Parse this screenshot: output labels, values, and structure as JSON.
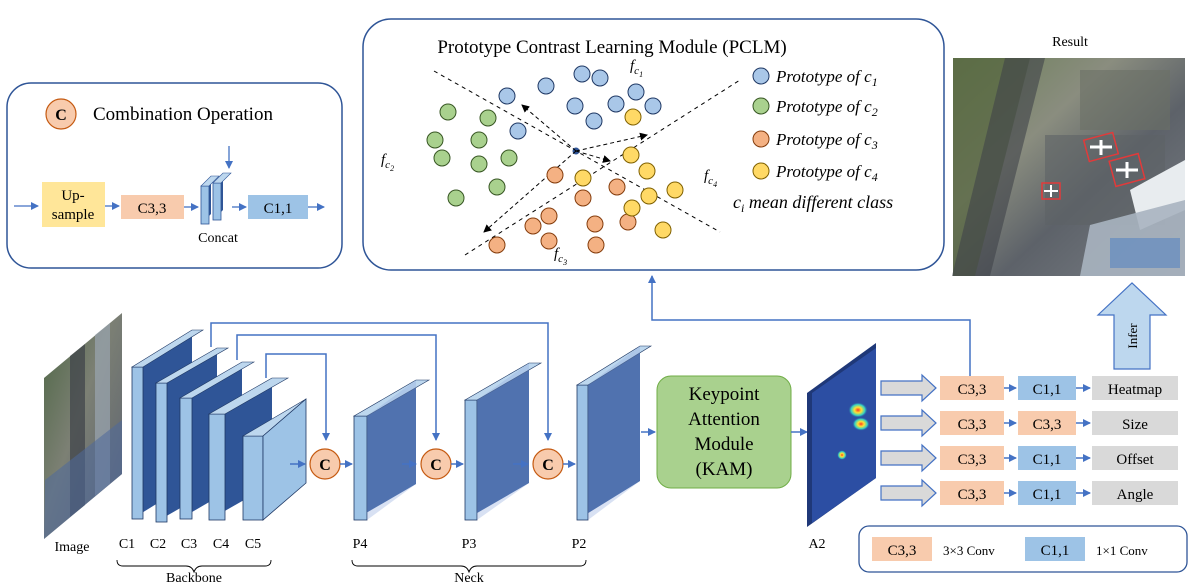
{
  "combination": {
    "circle_letter": "C",
    "title": "Combination Operation",
    "upsample_line1": "Up-",
    "upsample_line2": "sample",
    "conv33": "C3,3",
    "concat": "Concat",
    "conv11": "C1,1"
  },
  "pclm": {
    "title": "Prototype Contrast Learning Module (PCLM)",
    "f1_base": "f",
    "f1_sub": "c",
    "f1_subsub": "1",
    "f2_base": "f",
    "f2_sub": "c",
    "f2_subsub": "2",
    "f3_base": "f",
    "f3_sub": "c",
    "f3_subsub": "3",
    "f4_base": "f",
    "f4_sub": "c",
    "f4_subsub": "4",
    "legend": [
      {
        "text": "Prototype of c",
        "sub": "1",
        "color": "#a9c7e8"
      },
      {
        "text": "Prototype of c",
        "sub": "2",
        "color": "#a9d18e"
      },
      {
        "text": "Prototype of c",
        "sub": "3",
        "color": "#f4b183"
      },
      {
        "text": "Prototype of c",
        "sub": "4",
        "color": "#ffd966"
      }
    ],
    "class_note_base": "c",
    "class_note_sub": "i",
    "class_note_rest": " mean different class"
  },
  "result": {
    "label": "Result",
    "infer": "Infer"
  },
  "network": {
    "image_label": "Image",
    "backbone_stages": [
      "C1",
      "C2",
      "C3",
      "C4",
      "C5"
    ],
    "backbone_label": "Backbone",
    "neck_stages": [
      "P4",
      "P3",
      "P2"
    ],
    "neck_label": "Neck",
    "combine_letter": "C",
    "kam_lines": [
      "Keypoint",
      "Attention",
      "Module",
      "(KAM)"
    ],
    "a2_label": "A2"
  },
  "heads": [
    {
      "conv1": "C3,3",
      "conv2": "C1,1",
      "name": "Heatmap"
    },
    {
      "conv1": "C3,3",
      "conv2": "C3,3",
      "name": "Size"
    },
    {
      "conv1": "C3,3",
      "conv2": "C1,1",
      "name": "Offset"
    },
    {
      "conv1": "C3,3",
      "conv2": "C1,1",
      "name": "Angle"
    }
  ],
  "conv_legend": {
    "c33": "C3,3",
    "c33_desc": "3×3 Conv",
    "c11": "C1,1",
    "c11_desc": "1×1 Conv"
  },
  "colors": {
    "layer_front": "#9dc3e6",
    "layer_side": "#2f5597",
    "layer_top": "#bdd7ee",
    "conv33": "#f8cbad",
    "conv11": "#9dc3e6",
    "upsample": "#ffe699",
    "kam": "#a9d18e",
    "arrow": "#4472c4",
    "head_box": "#d9d9d9"
  }
}
